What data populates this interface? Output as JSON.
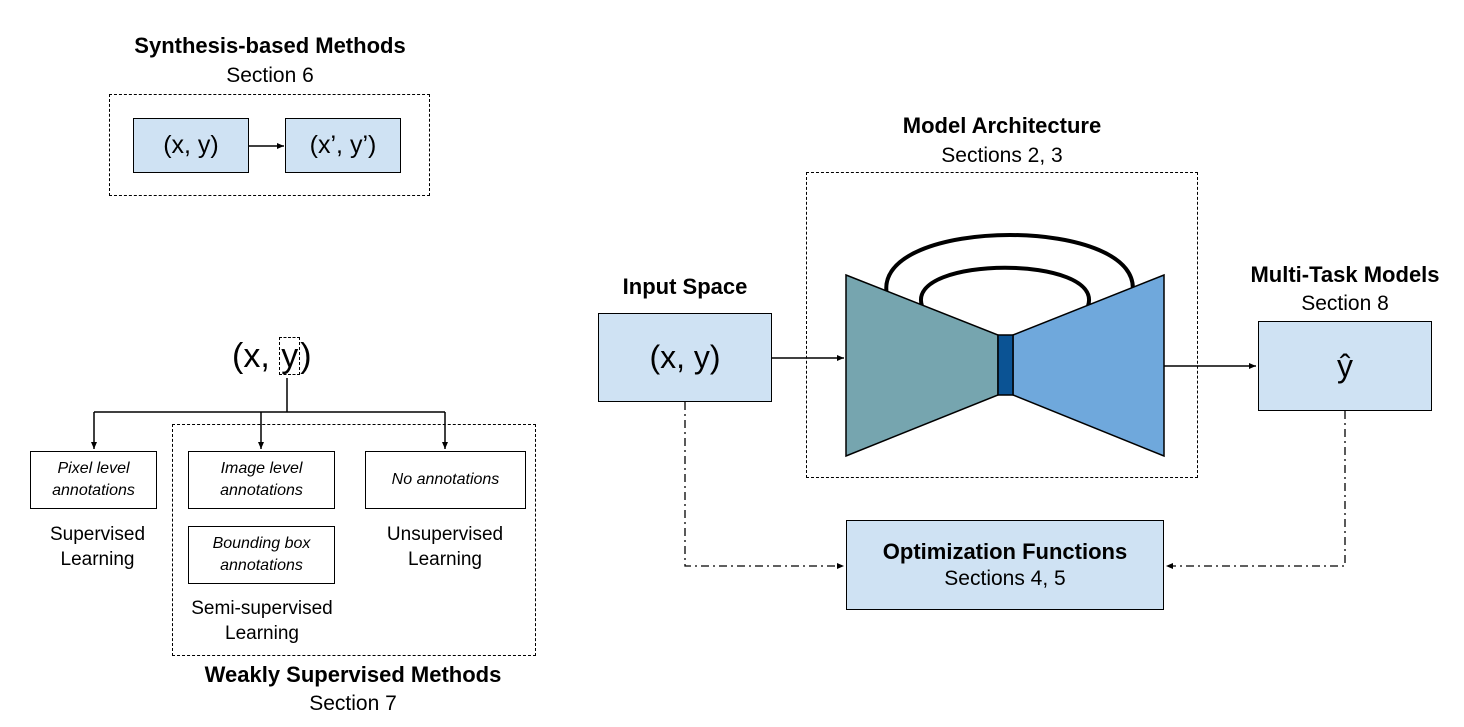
{
  "synthesis": {
    "title": "Synthesis-based Methods",
    "section": "Section 6",
    "input": "(x, y)",
    "output": "(x’, y’)"
  },
  "weak": {
    "root_x": "(x,",
    "root_y": "y",
    "root_close": ")",
    "pixel": "Pixel level annotations",
    "image": "Image level annotations",
    "bbox": "Bounding box annotations",
    "none": "No annotations",
    "supervised": "Supervised Learning",
    "semi": "Semi-supervised Learning",
    "unsupervised": "Unsupervised Learning",
    "title": "Weakly Supervised Methods",
    "section": "Section 7"
  },
  "input_space": {
    "title": "Input Space",
    "value": "(x, y)"
  },
  "model": {
    "title": "Model Architecture",
    "section": "Sections 2, 3"
  },
  "multitask": {
    "title": "Multi-Task Models",
    "section": "Section 8",
    "value": "ŷ"
  },
  "optimization": {
    "title": "Optimization Functions",
    "section": "Sections 4, 5"
  },
  "colors": {
    "box_fill": "#cfe2f3",
    "encoder": "#76a5af",
    "decoder": "#6fa8dc",
    "bottleneck": "#0b5394"
  }
}
